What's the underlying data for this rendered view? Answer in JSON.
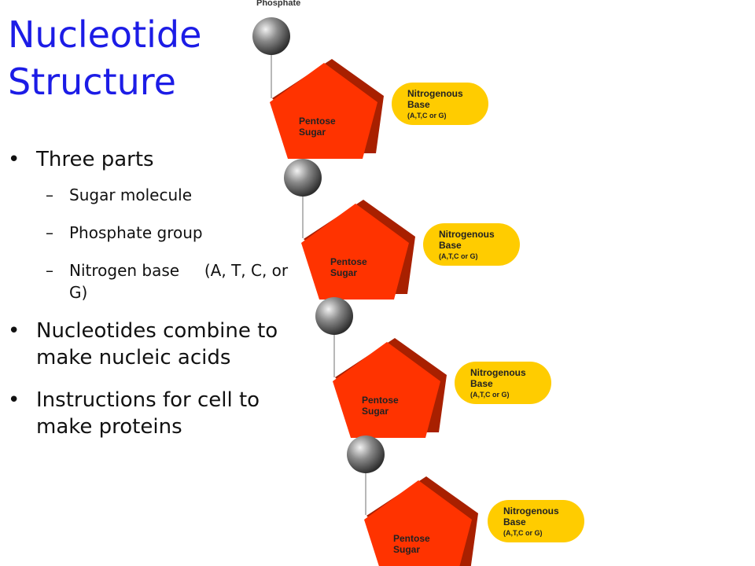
{
  "slide": {
    "title_line1": "Nucleotide",
    "title_line2": "Structure",
    "colors": {
      "title": "#1c1ce6",
      "sugar": "#ff3300",
      "base": "#ffcc00",
      "phosphate": "#777777"
    },
    "bullets": [
      {
        "text": "Three parts",
        "subitems": [
          {
            "text": "Sugar molecule"
          },
          {
            "text": "Phosphate group"
          },
          {
            "text": "Nitrogen base     (A, T, C, or G)"
          }
        ]
      },
      {
        "text": "Nucleotides combine to make nucleic acids"
      },
      {
        "text": "Instructions for cell to make proteins"
      }
    ]
  },
  "diagram": {
    "phosphate_label": "Phosphate",
    "sugar_label_line1": "Pentose",
    "sugar_label_line2": "Sugar",
    "base_label_line1": "Nitrogenous",
    "base_label_line2": "Base",
    "base_label_line3": "(A,T,C or G)",
    "units": 4
  }
}
